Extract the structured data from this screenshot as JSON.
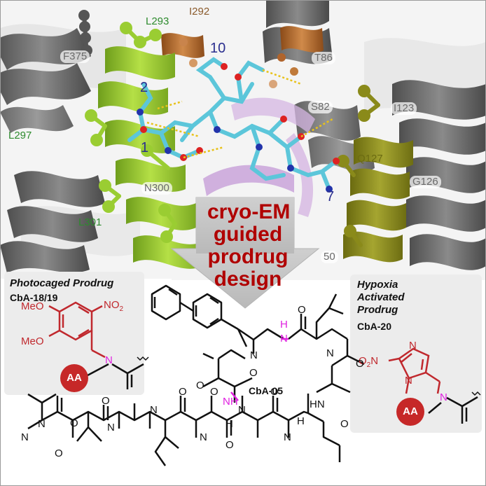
{
  "residues": {
    "l293": "L293",
    "i292": "I292",
    "f375": "F375",
    "t86": "T86",
    "s82": "S82",
    "i123": "I123",
    "l297": "L297",
    "q127": "Q127",
    "g126": "G126",
    "n300": "N300",
    "l301": "L301",
    "fragment_50": "50"
  },
  "ligand_numbers": {
    "n1": "1",
    "n2": "2",
    "n7": "7",
    "n10": "10"
  },
  "arrow_text": [
    "cryo-EM",
    "guided",
    "prodrug",
    "design"
  ],
  "photocaged": {
    "title": "Photocaged Prodrug",
    "code": "CbA-18/19",
    "meo_top": "MeO",
    "meo_bottom": "MeO",
    "nitro": "NO",
    "nitro_sub": "2",
    "n_label": "N",
    "aa": "AA"
  },
  "hypoxia": {
    "title_line1": "Hypoxia",
    "title_line2": "Activated",
    "title_line3": "Prodrug",
    "code": "CbA-20",
    "nitro_prefix": "O",
    "nitro_sub": "2",
    "nitro_suffix": "N",
    "ring_n_top": "N",
    "ring_n_bottom": "N",
    "n_label": "N",
    "aa": "AA"
  },
  "main_structure": {
    "code": "CbA-05",
    "nh_top_n": "N",
    "nh_top_h": "H",
    "nh_left": "NH",
    "hn_right": "HN",
    "n_labels": [
      "N",
      "N",
      "N",
      "N",
      "N",
      "N",
      "N",
      "N",
      "N"
    ],
    "o_labels": [
      "O",
      "O",
      "O",
      "O",
      "O",
      "O",
      "O",
      "O",
      "O",
      "O",
      "O",
      "O"
    ],
    "h_labels": [
      "H",
      "H"
    ]
  },
  "colors": {
    "protein_gray": "#6b6b6b",
    "lime": "#9acd32",
    "olive": "#8a8a1a",
    "orange": "#c07a3a",
    "ligand_cyan": "#5cc6da",
    "purple": "#c9a3d9",
    "accent_red": "#c0282d",
    "magenta": "#e020e0",
    "arrow_text": "#b00000",
    "panel_bg": "#ececec"
  }
}
